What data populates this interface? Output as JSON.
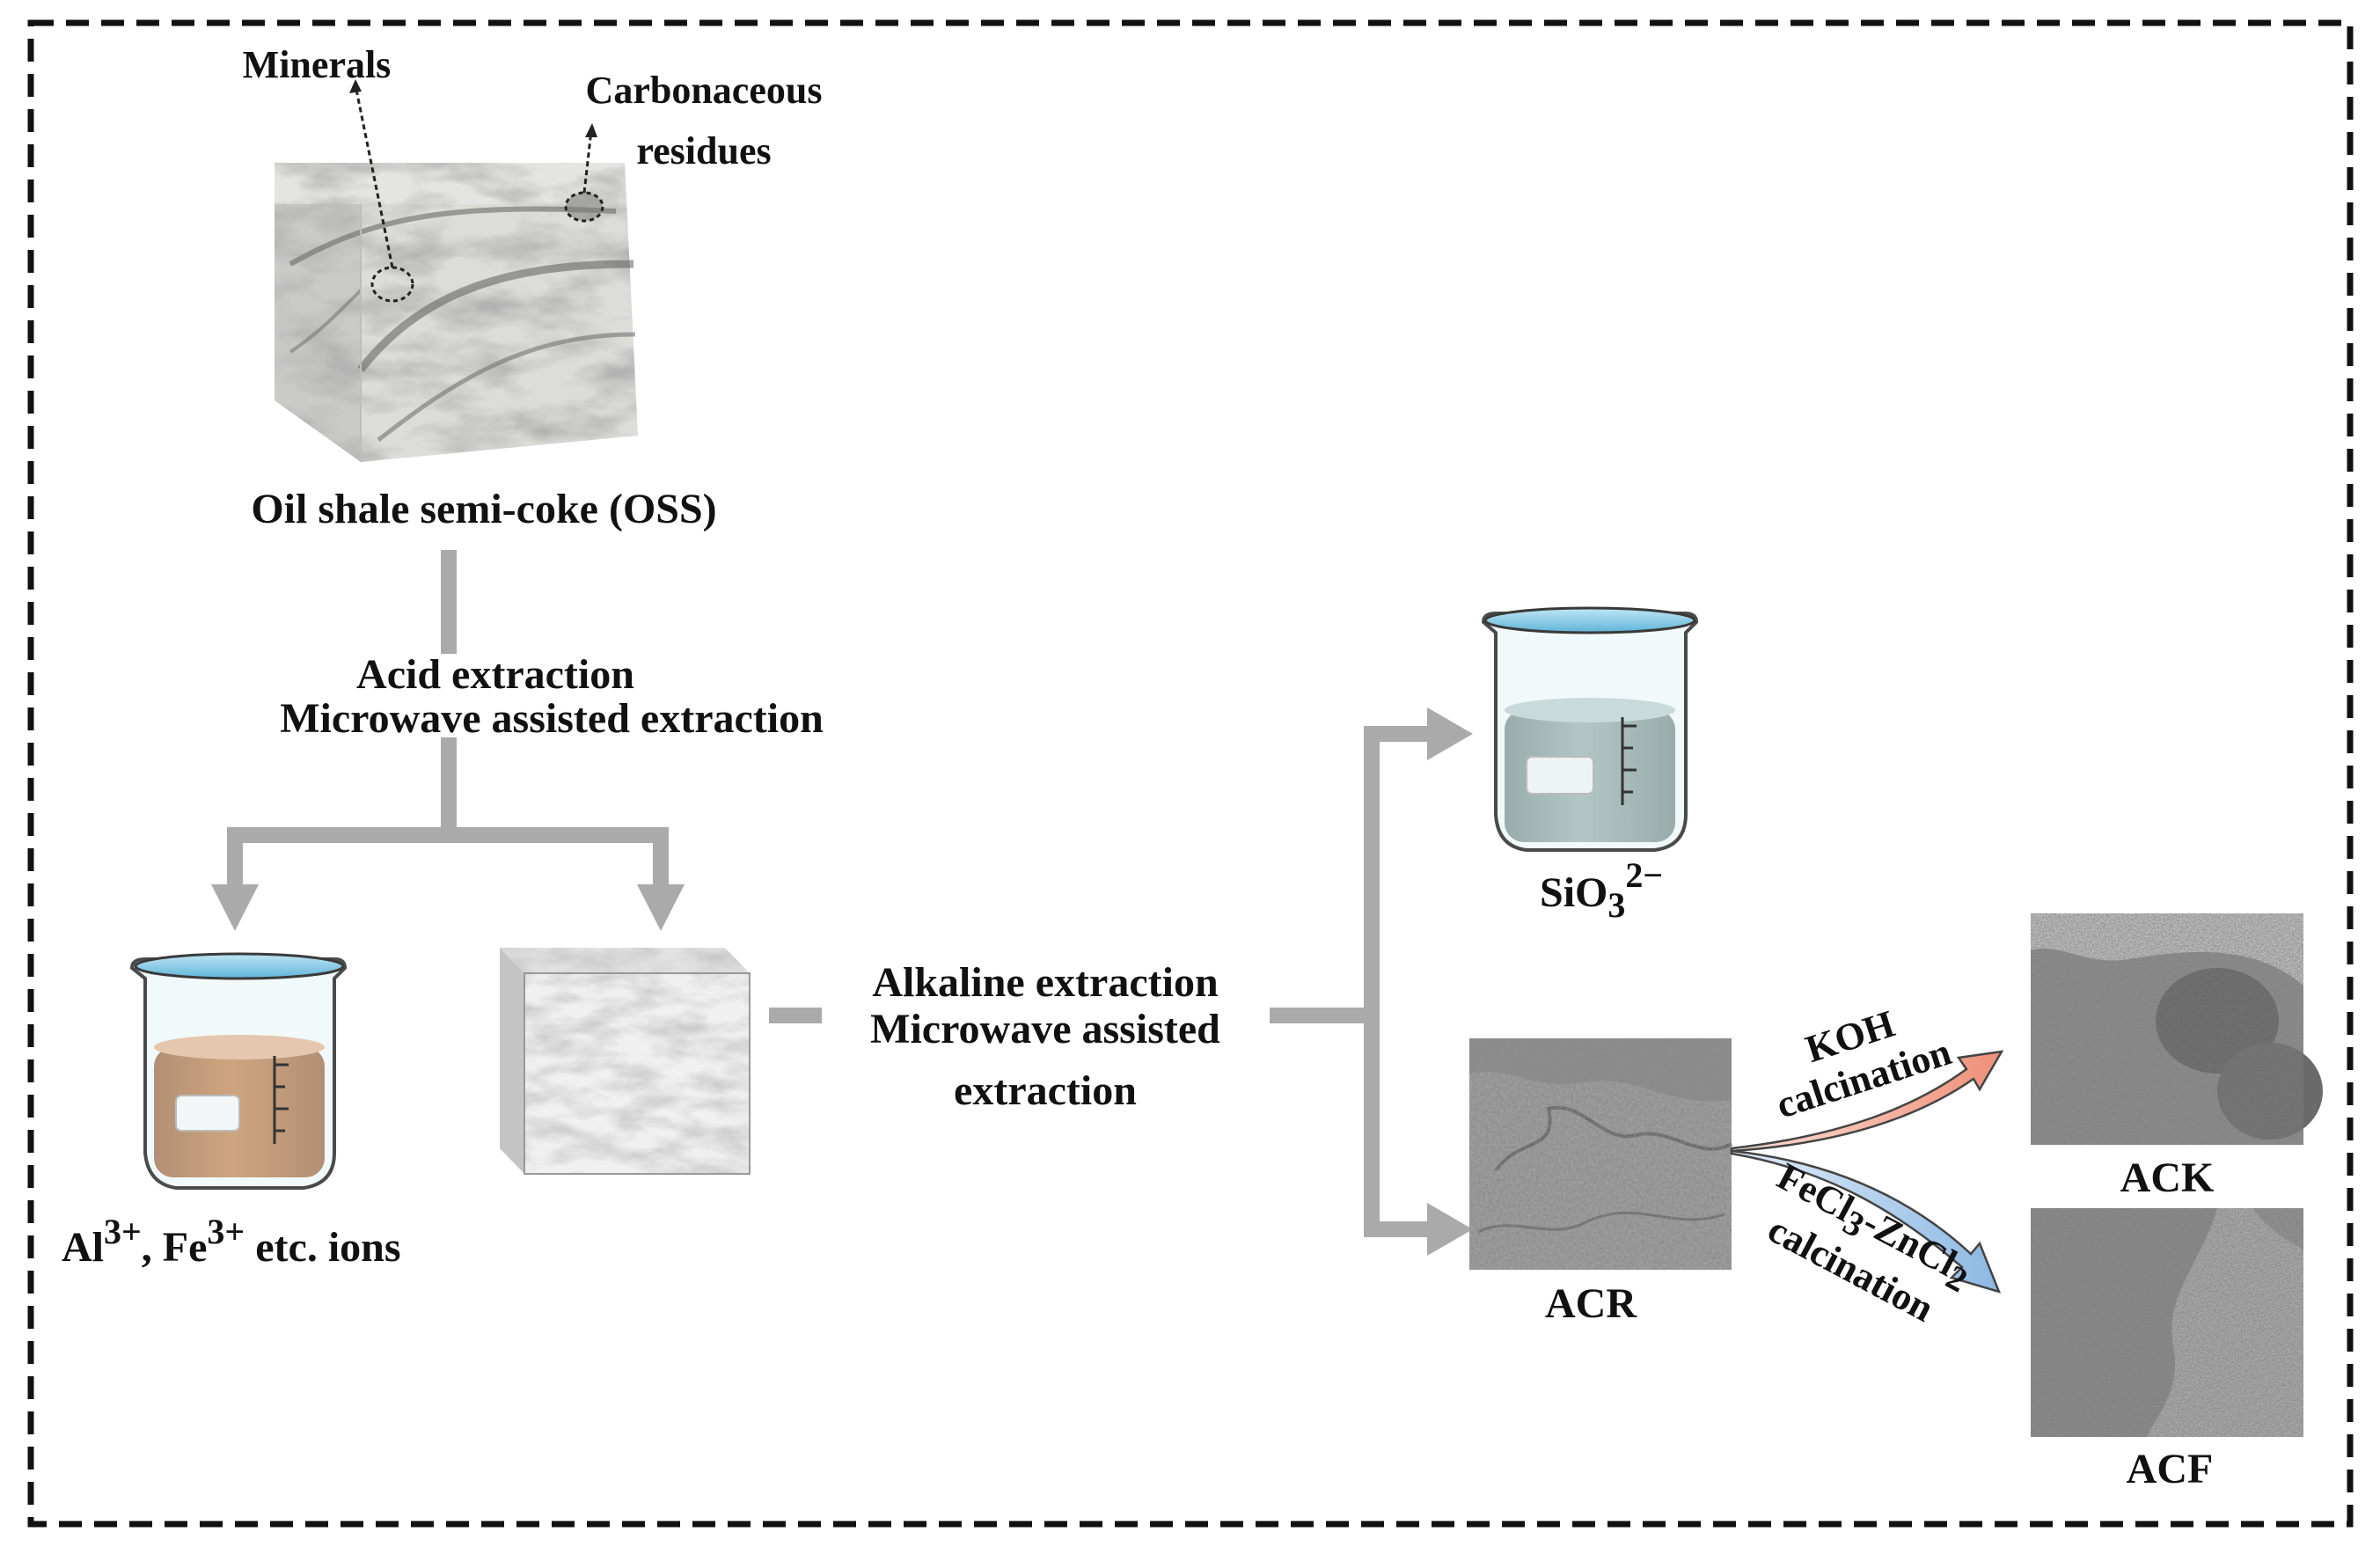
{
  "labels": {
    "minerals": "Minerals",
    "carbonaceous_line1": "Carbonaceous",
    "carbonaceous_line2": "residues",
    "oss": "Oil shale semi-coke (OSS)",
    "acid_line1": "Acid  extraction",
    "acid_line2": "Microwave assisted extraction",
    "ions_a": "Al",
    "ions_a_sup": "3+",
    "ions_b": ", Fe",
    "ions_b_sup": "3+",
    "ions_c": " etc. ions",
    "alk_line1": "Alkaline extraction",
    "alk_line2": "Microwave assisted",
    "alk_line3": "extraction",
    "silicate_base": "SiO",
    "silicate_sub": "3",
    "silicate_sup": "2−",
    "acr": "ACR",
    "koh_line1": "KOH",
    "koh_line2": "calcination",
    "fecl_a": "FeCl",
    "fecl_sub1": "3",
    "fecl_b": "-ZnCl",
    "fecl_sub2": "2",
    "fecl_line2": "calcination",
    "ack": "ACK",
    "acf": "ACF"
  },
  "colors": {
    "connector_gray": "#aaaaaa",
    "koh_arrow": "#f2a08c",
    "fecl_arrow": "#9cc3e8",
    "acid_liquid": "#b85e1c",
    "silicate_liquid": "#7f9591",
    "frame": "#111111"
  },
  "icons": [
    "oss-cube",
    "beaker-acid",
    "residue-cube",
    "beaker-silicate",
    "tem-image-acr",
    "tem-image-ack",
    "tem-image-acf"
  ]
}
